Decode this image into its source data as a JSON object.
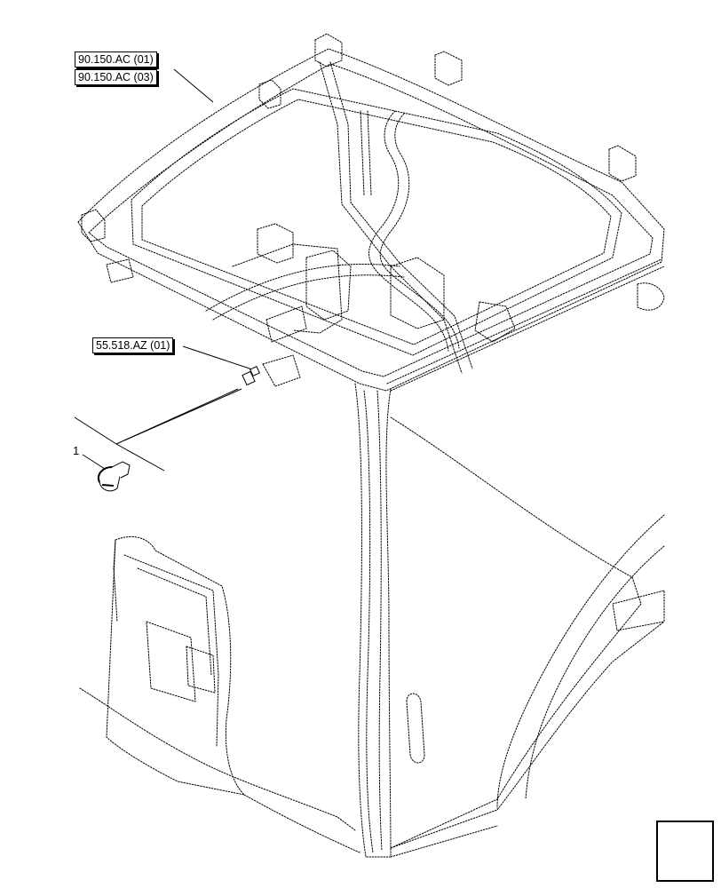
{
  "references": {
    "ref_a": "90.150.AC (01)",
    "ref_b": "90.150.AC (03)",
    "ref_c": "55.518.AZ (01)"
  },
  "callouts": {
    "item_1": "1"
  },
  "navigation": {
    "icon": "back-arrow-icon"
  }
}
